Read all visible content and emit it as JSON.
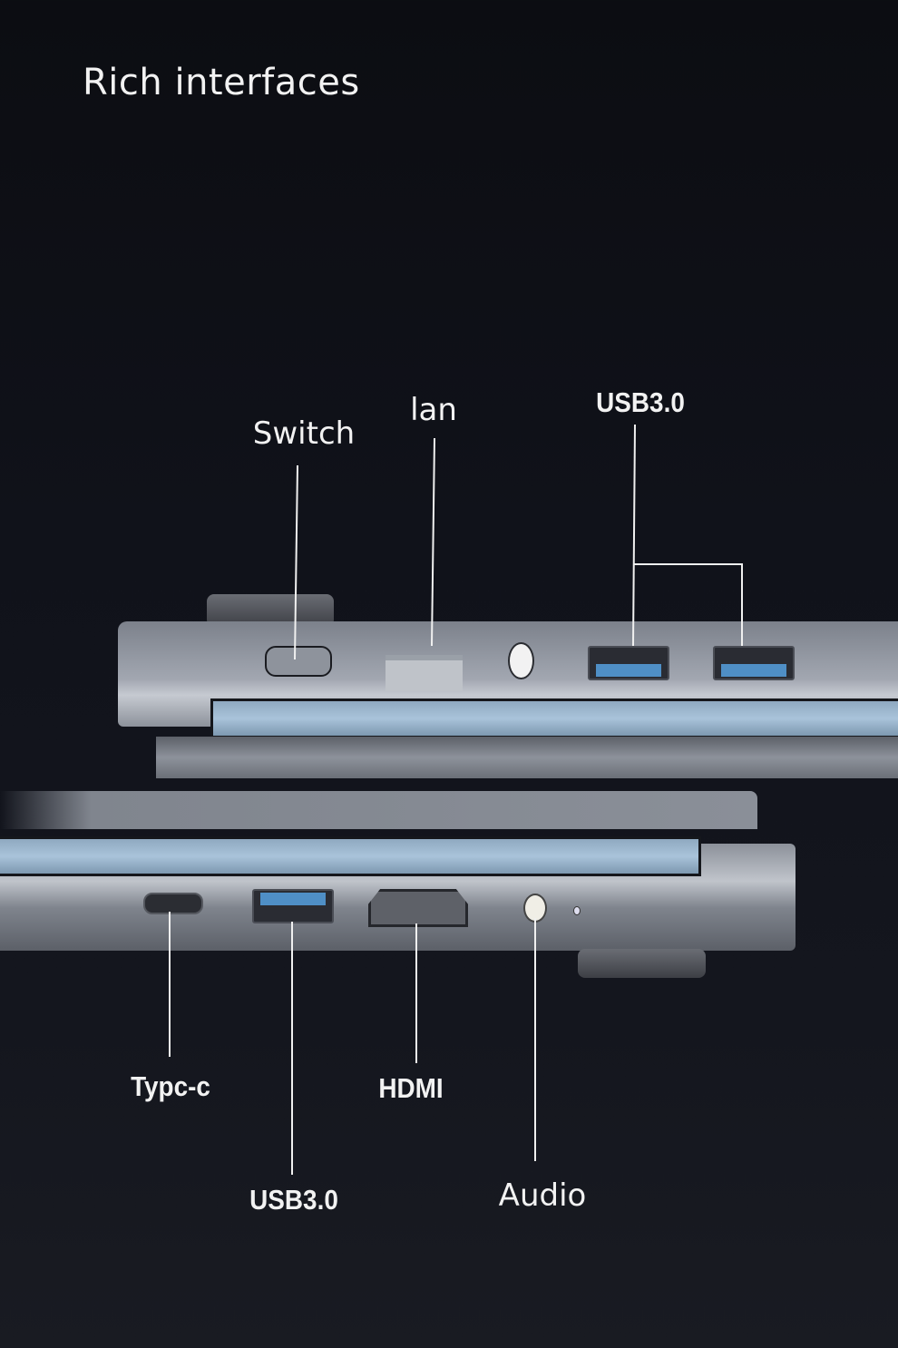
{
  "title": "Rich interfaces",
  "top_labels": {
    "switch": "Switch",
    "lan": "lan",
    "usb": "USB3.0"
  },
  "bottom_labels": {
    "typec": "Typc-c",
    "hdmi": "HDMI",
    "usb": "USB3.0",
    "audio": "Audio"
  },
  "colors": {
    "background": "#0d0f14",
    "port_blue": "#4f8fc6",
    "text": "#f2f2f2"
  }
}
